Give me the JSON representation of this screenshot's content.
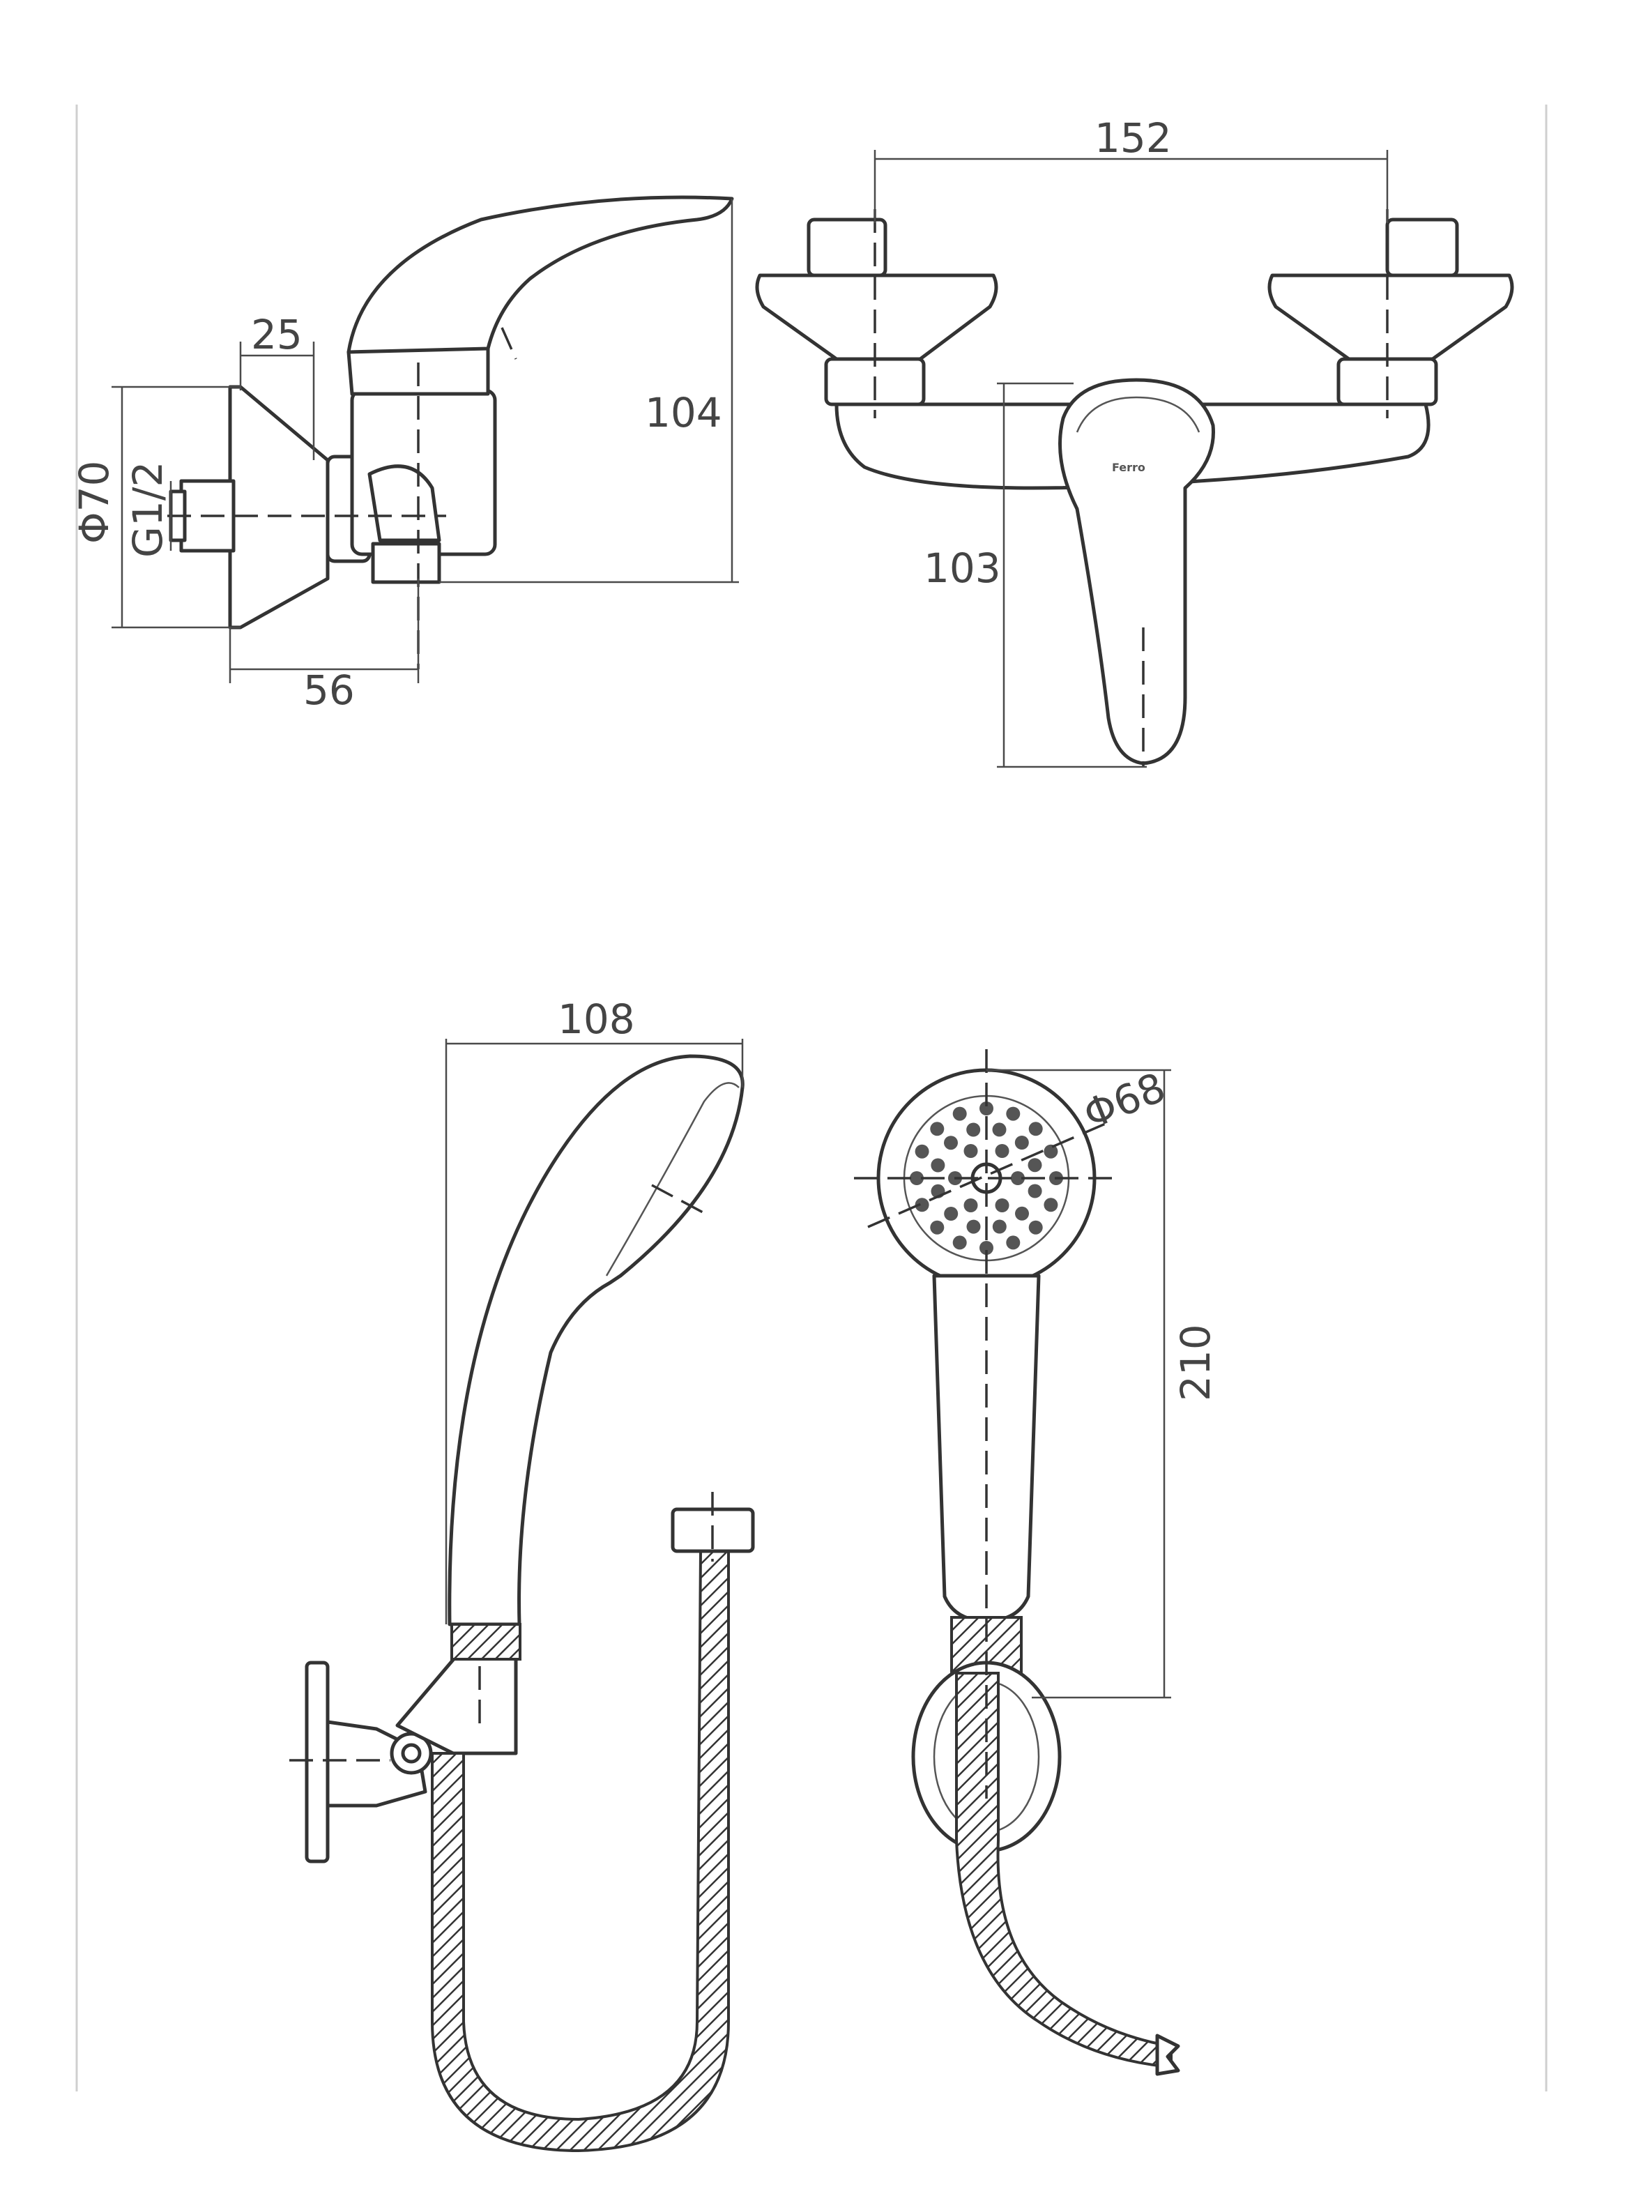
{
  "dimensions": {
    "side_view": {
      "top_width": "25",
      "height": "104",
      "flange_diameter": "Φ70",
      "thread": "G1/2",
      "depth": "56"
    },
    "front_view": {
      "center_distance": "152",
      "drop": "103"
    },
    "hand_shower_side": {
      "length": "108"
    },
    "hand_shower_front": {
      "head_diameter": "Φ68",
      "total_length": "210"
    }
  },
  "brand_mark": "Ferro",
  "colors": {
    "line": "#333333",
    "dimension": "#4a4a4a",
    "paper": "#ffffff"
  }
}
